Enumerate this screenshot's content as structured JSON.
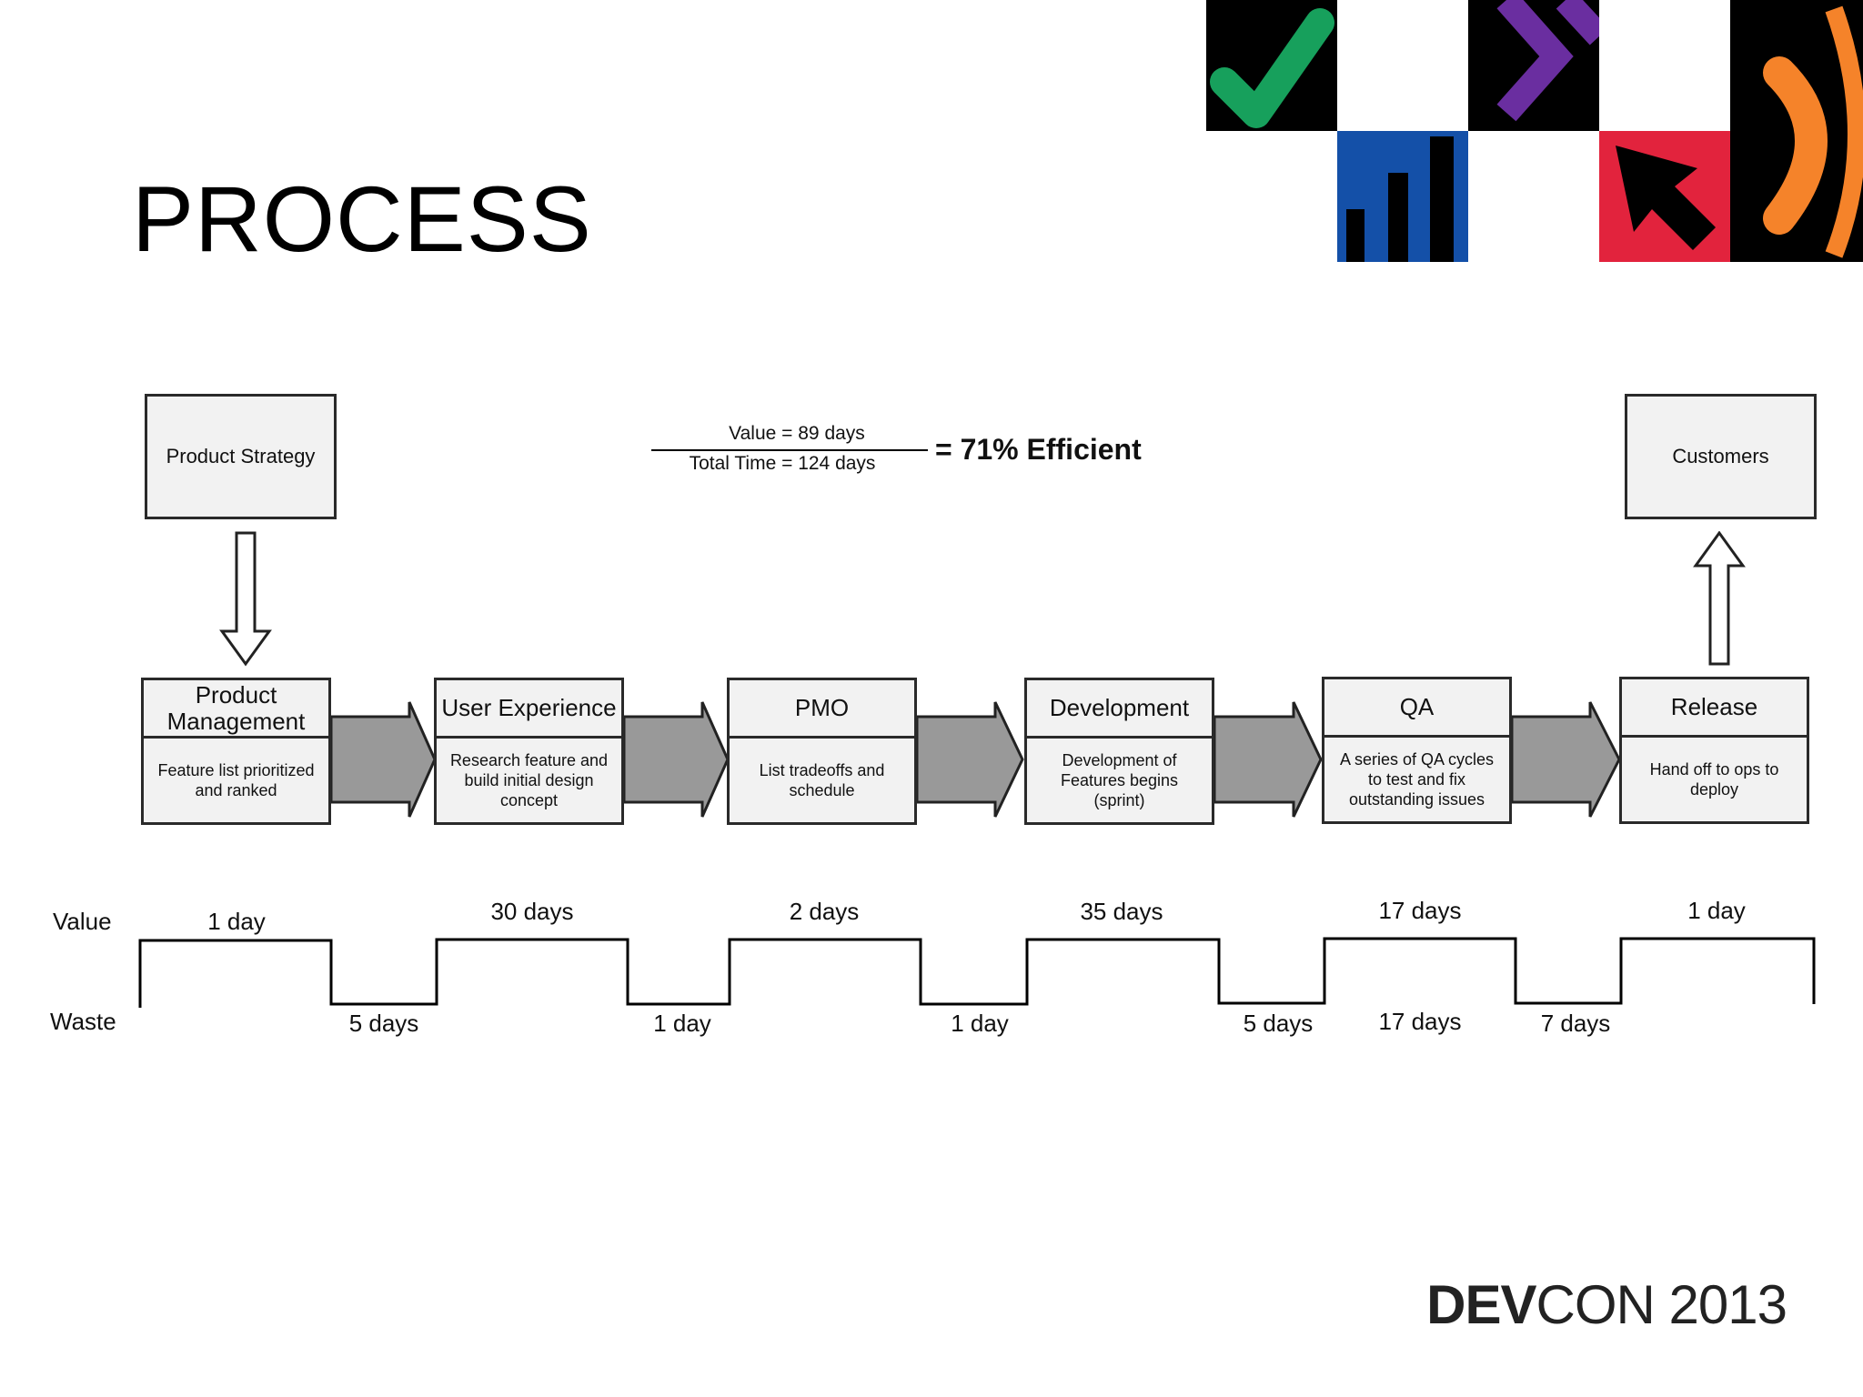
{
  "slide": {
    "title": "PROCESS"
  },
  "efficiency": {
    "numerator": "Value = 89 days",
    "denominator": "Total Time = 124 days",
    "result": "= 71% Efficient"
  },
  "inputs": {
    "source": "Product Strategy",
    "destination": "Customers"
  },
  "stages": [
    {
      "title": "Product Management",
      "desc": "Feature list prioritized and ranked"
    },
    {
      "title": "User Experience",
      "desc": "Research feature and build initial design concept"
    },
    {
      "title": "PMO",
      "desc": "List tradeoffs and schedule"
    },
    {
      "title": "Development",
      "desc": "Development of Features begins (sprint)"
    },
    {
      "title": "QA",
      "desc": "A series of QA cycles to test and fix outstanding issues"
    },
    {
      "title": "Release",
      "desc": "Hand off to ops to deploy"
    }
  ],
  "timeline": {
    "value_label": "Value",
    "waste_label": "Waste",
    "value_times": [
      "1 day",
      "30 days",
      "2 days",
      "35 days",
      "17 days",
      "1 day"
    ],
    "waste_times": [
      "5 days",
      "1 day",
      "1 day",
      "5 days",
      "7 days"
    ],
    "qa_waste": "17 days"
  },
  "logo": {
    "bold": "DEV",
    "light": "CON 2013"
  },
  "colors": {
    "box_fill": "#f2f2f2",
    "arrow_fill": "#999999",
    "check_green": "#17a05c",
    "purple": "#6a2ea0",
    "blue": "#1450a8",
    "red": "#e2233d",
    "orange": "#f5832a"
  }
}
